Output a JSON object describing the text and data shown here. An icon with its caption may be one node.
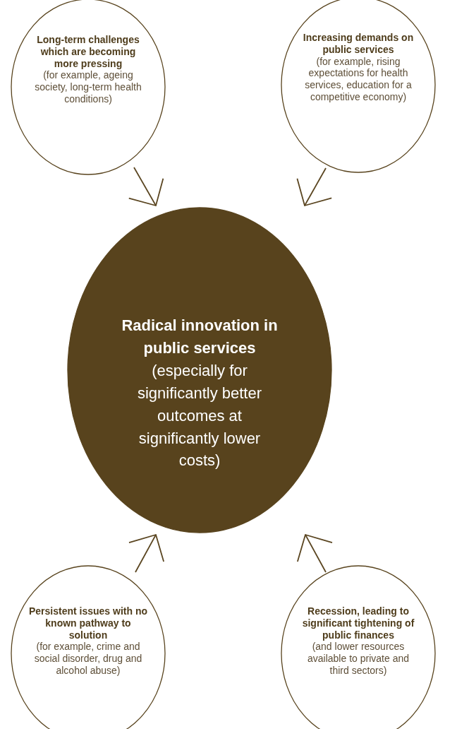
{
  "diagram": {
    "nodes": [
      {
        "text": [
          "Long-term challenges which are becoming more pressing",
          "(for example, ageing society, long-term health conditions)"
        ]
      },
      {
        "text": [
          "Increasing demands on public services",
          "(for example, rising expectations for health services, education for a competitive economy)"
        ]
      },
      {
        "text": [
          "Radical innovation in public services",
          "(especially for significantly better outcomes at significantly lower costs)"
        ]
      },
      {
        "text": [
          "Persistent issues with no known pathway to solution",
          "(for example, crime and social disorder, drug and alcohol abuse)"
        ]
      },
      {
        "text": [
          "Recession, leading to significant tightening of public finances",
          "(and lower resources available to private and third sectors)"
        ]
      }
    ],
    "edges": [
      {
        "from": 0,
        "to": 2,
        "arrow": "to"
      },
      {
        "from": 1,
        "to": 2,
        "arrow": "to"
      },
      {
        "from": 3,
        "to": 2,
        "arrow": "to"
      },
      {
        "from": 4,
        "to": 2,
        "arrow": "to"
      }
    ]
  }
}
